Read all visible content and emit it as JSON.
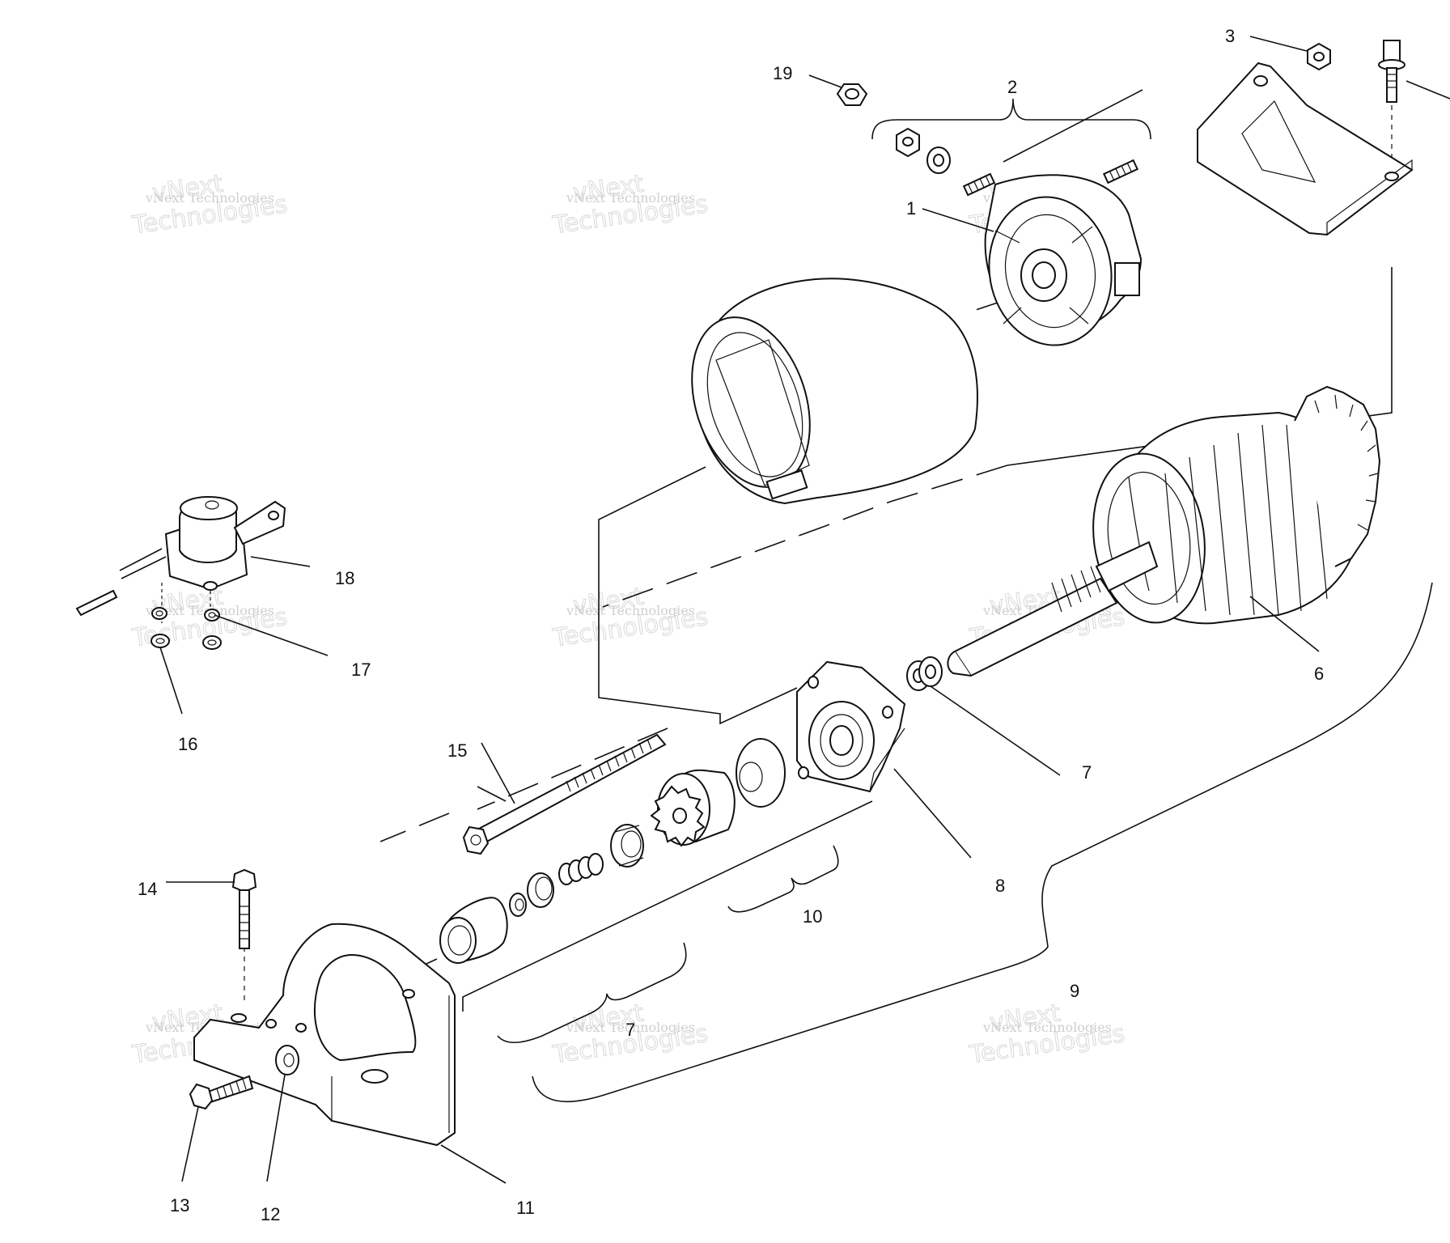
{
  "diagram": {
    "callouts": [
      {
        "id": "1",
        "text": "1"
      },
      {
        "id": "2",
        "text": "2"
      },
      {
        "id": "3",
        "text": "3"
      },
      {
        "id": "6",
        "text": "6"
      },
      {
        "id": "7a",
        "text": "7"
      },
      {
        "id": "7b",
        "text": "7"
      },
      {
        "id": "8",
        "text": "8"
      },
      {
        "id": "9",
        "text": "9"
      },
      {
        "id": "10",
        "text": "10"
      },
      {
        "id": "11",
        "text": "11"
      },
      {
        "id": "12",
        "text": "12"
      },
      {
        "id": "13",
        "text": "13"
      },
      {
        "id": "14",
        "text": "14"
      },
      {
        "id": "15",
        "text": "15"
      },
      {
        "id": "16",
        "text": "16"
      },
      {
        "id": "17",
        "text": "17"
      },
      {
        "id": "18",
        "text": "18"
      },
      {
        "id": "19",
        "text": "19"
      }
    ],
    "watermark": {
      "line1": "vNext Technologies",
      "line2": "vNext",
      "line3": "Technologies"
    }
  }
}
